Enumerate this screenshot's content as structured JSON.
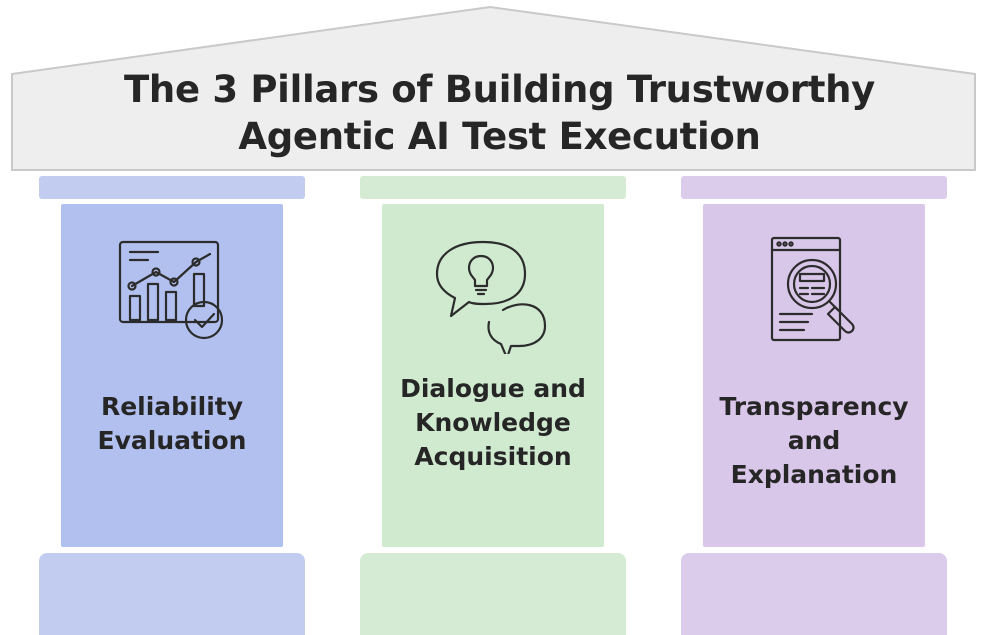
{
  "title": {
    "line1": "The 3 Pillars of Building Trustworthy",
    "line2": "Agentic AI Test Execution"
  },
  "colors": {
    "roof_fill": "#eeeeee",
    "roof_stroke": "#c9c9c9",
    "title_text": "#262626"
  },
  "pillars": [
    {
      "label_line1": "Reliability",
      "label_line2": "Evaluation",
      "label_line3": "",
      "icon": "analytics-chart-check-icon",
      "color_capital": "#c2ccf1",
      "color_shaft": "#b2c0f0",
      "color_base": "#c2ccf1"
    },
    {
      "label_line1": "Dialogue and",
      "label_line2": "Knowledge",
      "label_line3": "Acquisition",
      "icon": "speech-bubbles-lightbulb-icon",
      "color_capital": "#d6ebd3",
      "color_shaft": "#d0ead0",
      "color_base": "#d6ebd3"
    },
    {
      "label_line1": "Transparency",
      "label_line2": "and Explanation",
      "label_line3": "",
      "icon": "document-magnifier-icon",
      "color_capital": "#dccceb",
      "color_shaft": "#d9c7ea",
      "color_base": "#dccceb"
    }
  ]
}
